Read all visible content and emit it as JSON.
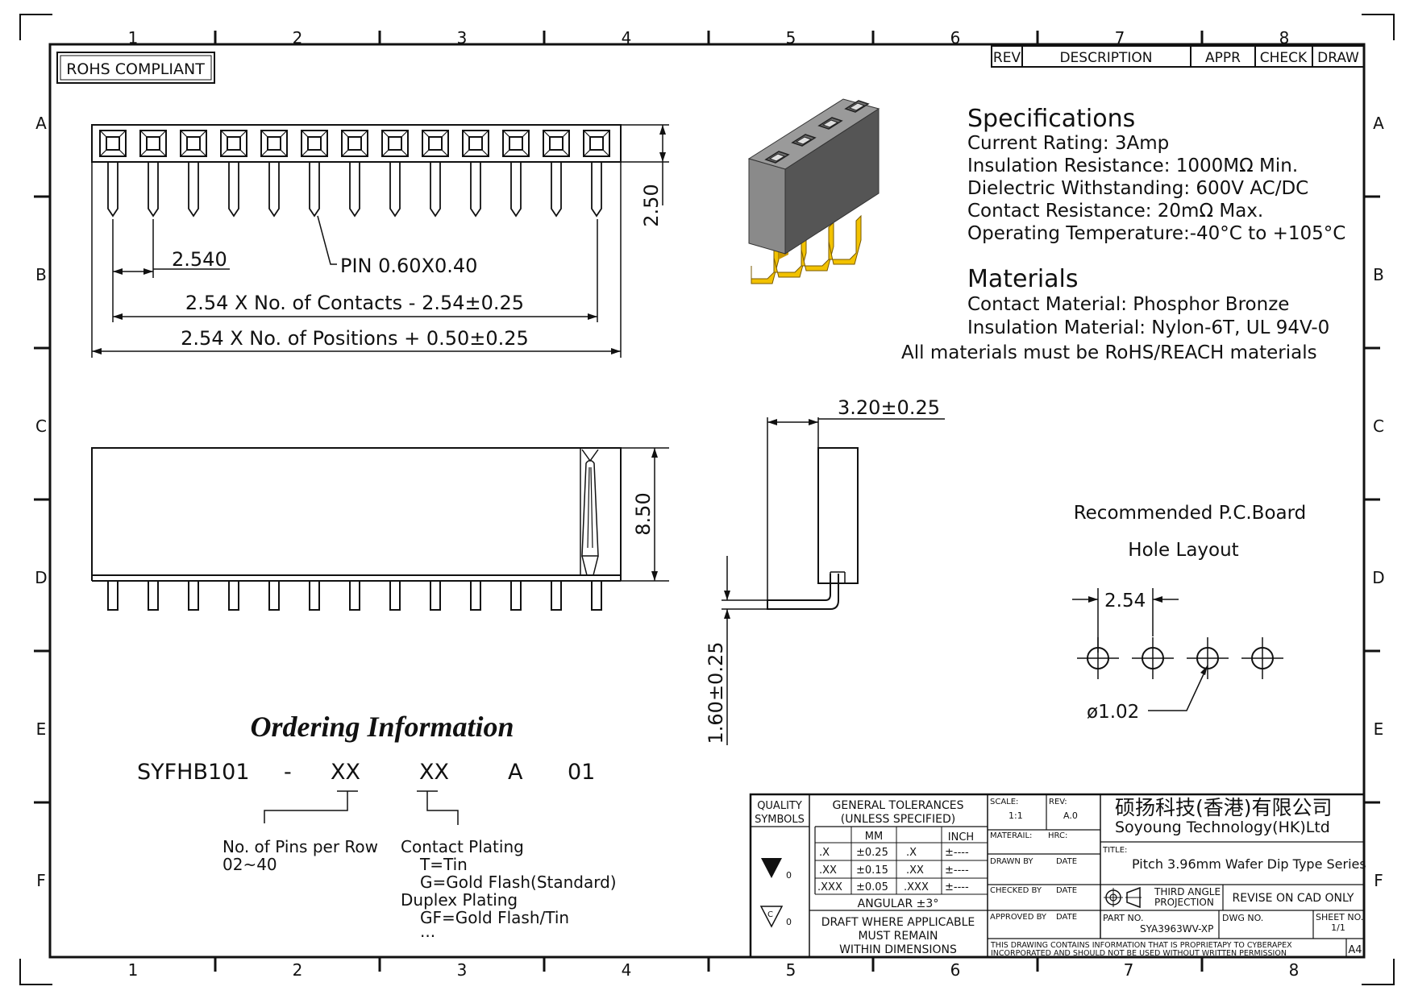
{
  "frame": {
    "columns_top": [
      "1",
      "2",
      "3",
      "4",
      "5",
      "6",
      "7",
      "8"
    ],
    "columns_bottom": [
      "1",
      "2",
      "3",
      "4",
      "5",
      "6",
      "7",
      "8"
    ],
    "rows": [
      "A",
      "B",
      "C",
      "D",
      "E",
      "F"
    ]
  },
  "rohs_label": "ROHS COMPLIANT",
  "revision_table": {
    "headers": [
      "REV",
      "DESCRIPTION",
      "APPR",
      "CHECK",
      "DRAW"
    ]
  },
  "top_view": {
    "pin_count": 13,
    "dim_height": "2.50",
    "dim_pitch": "2.540",
    "pin_label": "PIN 0.60X0.40",
    "dim_contacts": "2.54 X No. of Contacts - 2.54±0.25",
    "dim_positions": "2.54 X No. of Positions + 0.50±0.25"
  },
  "front_view": {
    "dim_height": "8.50"
  },
  "side_view": {
    "dim_width": "3.20±0.25",
    "dim_leg": "1.60±0.25"
  },
  "specifications": {
    "heading": "Specifications",
    "lines": [
      "Current Rating: 3Amp",
      "Insulation Resistance: 1000MΩ Min.",
      "Dielectric Withstanding: 600V AC/DC",
      "Contact Resistance: 20mΩ Max.",
      "Operating Temperature:-40°C to +105°C"
    ]
  },
  "materials": {
    "heading": "Materials",
    "lines": [
      "Contact Material: Phosphor Bronze",
      "Insulation Material: Nylon-6T, UL 94V-0",
      "All materials must be RoHS/REACH materials"
    ]
  },
  "pcb": {
    "title_line1": "Recommended P.C.Board",
    "title_line2": "Hole Layout",
    "pitch": "2.54",
    "hole": "ø1.02"
  },
  "ordering": {
    "heading": "Ordering Information",
    "code_parts": [
      "SYFHB101",
      "-",
      "XX",
      "XX",
      "A",
      "01"
    ],
    "pins_label": "No. of Pins per Row",
    "pins_range": "02~40",
    "plating_label": "Contact Plating",
    "plating_options": [
      "T=Tin",
      "G=Gold Flash(Standard)"
    ],
    "duplex_label": "Duplex Plating",
    "duplex_options": [
      "GF=Gold Flash/Tin",
      "..."
    ]
  },
  "title_block": {
    "quality_symbols": "QUALITY",
    "quality_symbols2": "SYMBOLS",
    "tol_heading1": "GENERAL TOLERANCES",
    "tol_heading2": "(UNLESS SPECIFIED)",
    "mm": "MM",
    "inch": "INCH",
    "tol_rows": [
      {
        "mm_key": ".X",
        "mm_val": "±0.25",
        "in_key": ".X",
        "in_val": "±----"
      },
      {
        "mm_key": ".XX",
        "mm_val": "±0.15",
        "in_key": ".XX",
        "in_val": "±----"
      },
      {
        "mm_key": ".XXX",
        "mm_val": "±0.05",
        "in_key": ".XXX",
        "in_val": "±----"
      }
    ],
    "angular": "ANGULAR ±3°",
    "draft1": "DRAFT WHERE APPLICABLE",
    "draft2": "MUST REMAIN",
    "draft3": "WITHIN DIMENSIONS",
    "sym1": "0",
    "sym2": "0",
    "scale_label": "SCALE:",
    "scale_value": "1:1",
    "rev_label": "REV:",
    "rev_value": "A.0",
    "material_label": "MATERAIL:",
    "hrc_label": "HRC:",
    "drawn_by": "DRAWN BY",
    "checked_by": "CHECKED BY",
    "approved_by": "APPROVED BY",
    "date": "DATE",
    "company_cn": "硕扬科技(香港)有限公司",
    "company_en": "Soyoung Technology(HK)Ltd",
    "title_label": "TITLE:",
    "title": "Pitch 3.96mm Wafer Dip Type Series",
    "projection1": "THIRD ANGLE",
    "projection2": "PROJECTION",
    "revise": "REVISE ON CAD ONLY",
    "part_no_label": "PART NO.",
    "part_no": "SYA3963WV-XP",
    "dwg_no_label": "DWG NO.",
    "sheet_label": "SHEET NO.",
    "sheet_value": "1/1",
    "notice1": "THIS DRAWING CONTAINS INFORMATION THAT IS PROPRIETAPY TO CYBERAPEX",
    "notice2": "INCORPORATED AND SHOULD NOT BE USED WITHOUT WRITTEN PERMISSION",
    "size": "A4"
  },
  "colors": {
    "line": "#111111",
    "gold": "#e8b400",
    "body_dark": "#5a5a5a",
    "body_mid": "#808080"
  }
}
